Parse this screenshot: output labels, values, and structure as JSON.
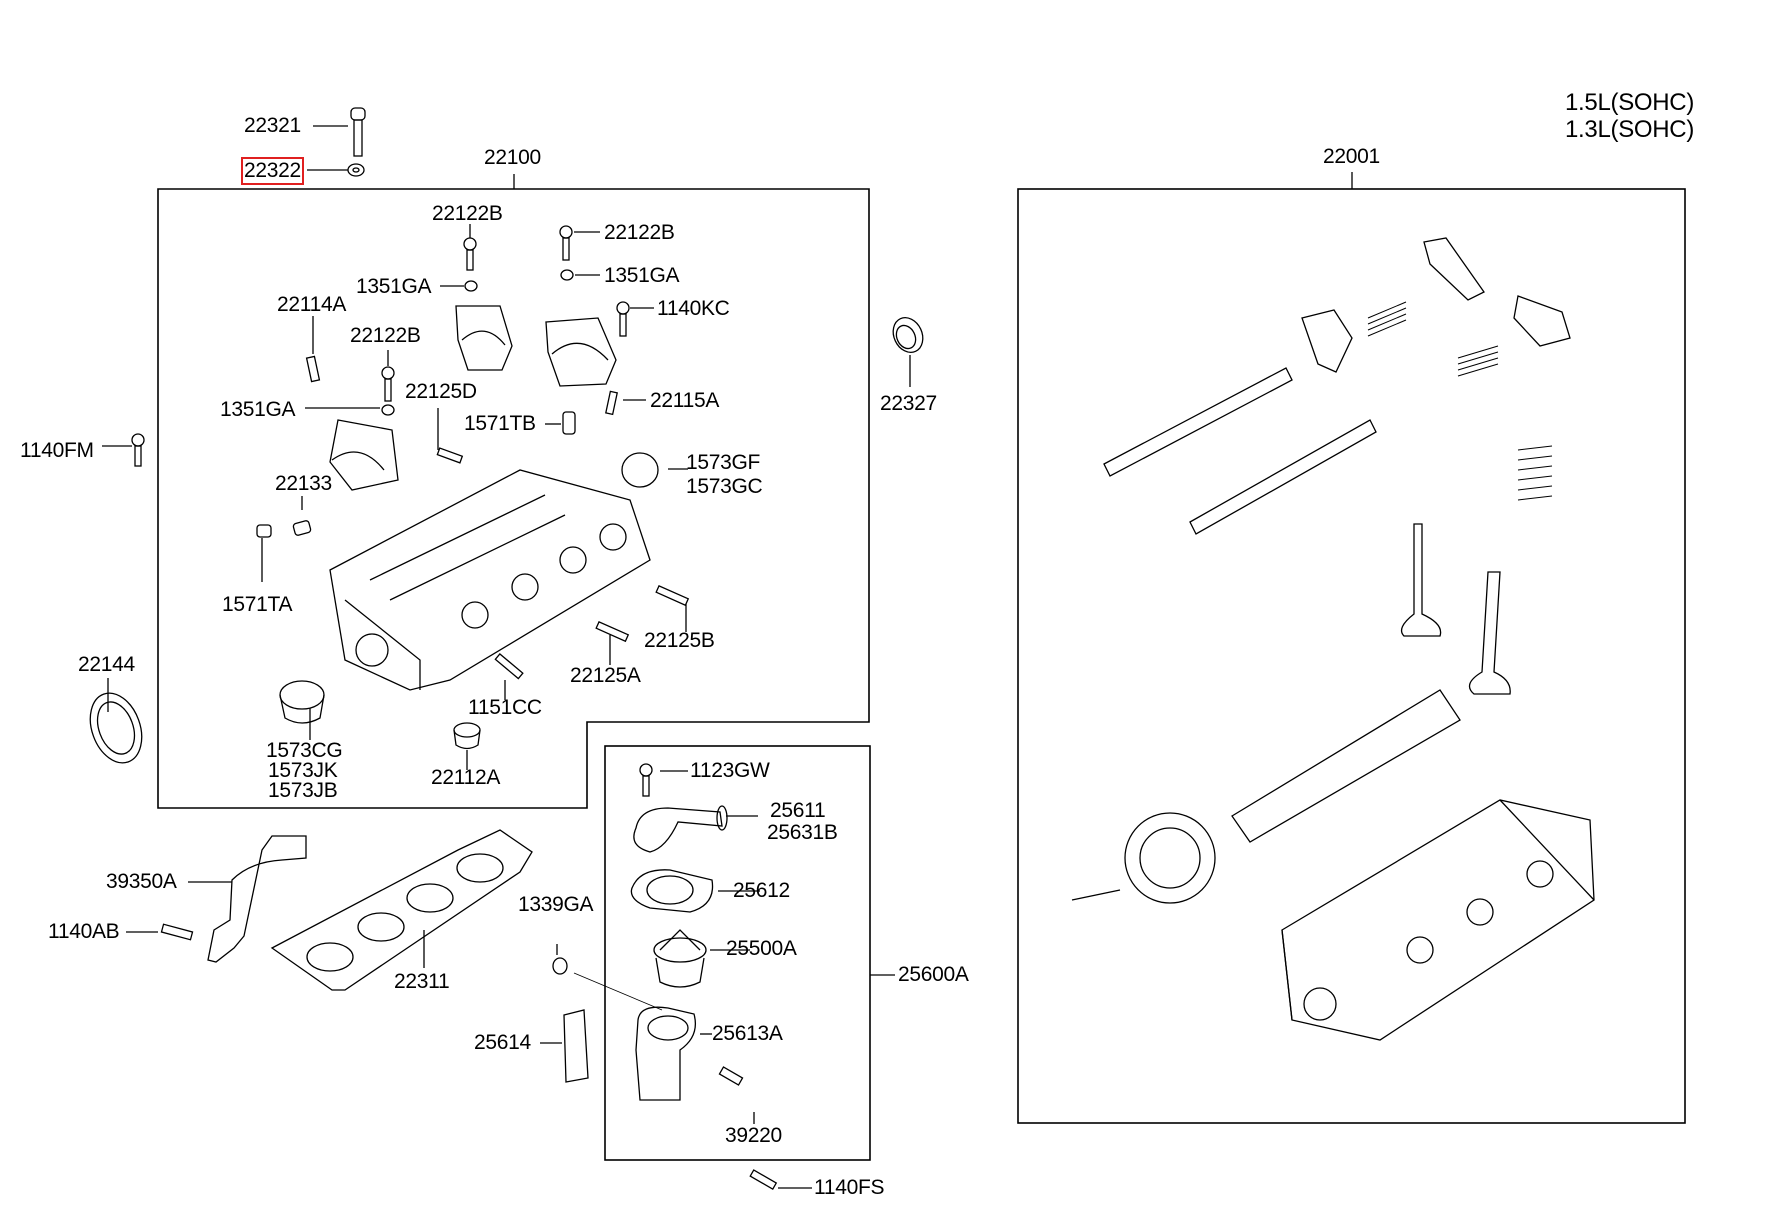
{
  "title": {
    "engine_variants": [
      "1.5L(SOHC)",
      "1.3L(SOHC)"
    ]
  },
  "highlight_color": "#e02020",
  "groups": {
    "cylinder_head_assy": "22100",
    "cylinder_head_complete": "22001",
    "thermostat_assy": "25600A"
  },
  "labels": {
    "p22321": "22321",
    "p22322": "22322",
    "p22100": "22100",
    "p22122B_a": "22122B",
    "p22122B_b": "22122B",
    "p22122B_c": "22122B",
    "p1351GA_a": "1351GA",
    "p1351GA_b": "1351GA",
    "p1351GA_c": "1351GA",
    "p22114A": "22114A",
    "p1140KC": "1140KC",
    "p22125D": "22125D",
    "p22115A": "22115A",
    "p1571TB": "1571TB",
    "p1140FM": "1140FM",
    "p22133": "22133",
    "p1573GF": "1573GF",
    "p1573GC": "1573GC",
    "p1571TA": "1571TA",
    "p22125B": "22125B",
    "p22125A": "22125A",
    "p22144": "22144",
    "p1151CC": "1151CC",
    "p1573CG": "1573CG",
    "p1573JK": "1573JK",
    "p1573JB": "1573JB",
    "p22112A": "22112A",
    "p22327": "22327",
    "p22001": "22001",
    "p1123GW": "1123GW",
    "p25611": "25611",
    "p25631B": "25631B",
    "p25612": "25612",
    "p25500A": "25500A",
    "p25613A": "25613A",
    "p25600A": "25600A",
    "p39220": "39220",
    "p1140FS": "1140FS",
    "p39350A": "39350A",
    "p1140AB": "1140AB",
    "p22311": "22311",
    "p1339GA": "1339GA",
    "p25614": "25614"
  },
  "selected_part": "22322"
}
